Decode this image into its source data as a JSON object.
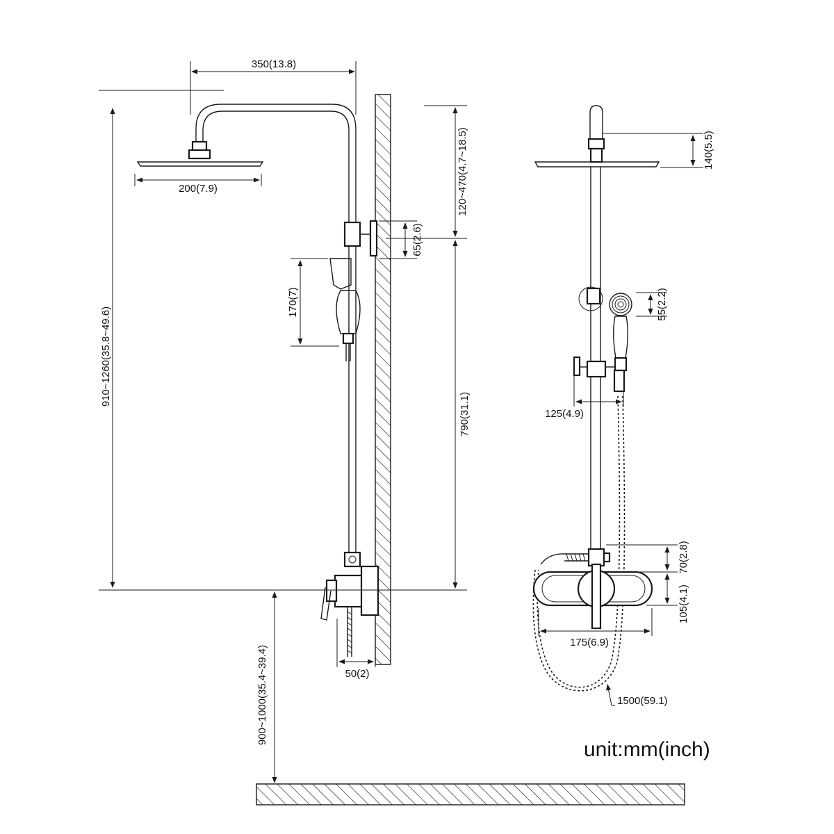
{
  "dimensions": {
    "arm_length": "350(13.8)",
    "head_diameter": "200(7.9)",
    "total_height": "910~1260(35.8~49.6)",
    "arm_adjust": "120~470(4.7~18.5)",
    "bracket_height": "65(2.6)",
    "holder_height": "170(7)",
    "rail_height": "790(31.1)",
    "floor_to_valve": "900~1000(35.4~39.4)",
    "wall_offset": "50(2)",
    "head_height_side": "140(5.5)",
    "hand_shower_head": "55(2.2)",
    "holder_offset": "125(4.9)",
    "valve_top": "70(2.8)",
    "valve_height": "105(4.1)",
    "valve_width": "175(6.9)",
    "hose_length": "1500(59.1)"
  },
  "unit_label": "unit:mm(inch)"
}
